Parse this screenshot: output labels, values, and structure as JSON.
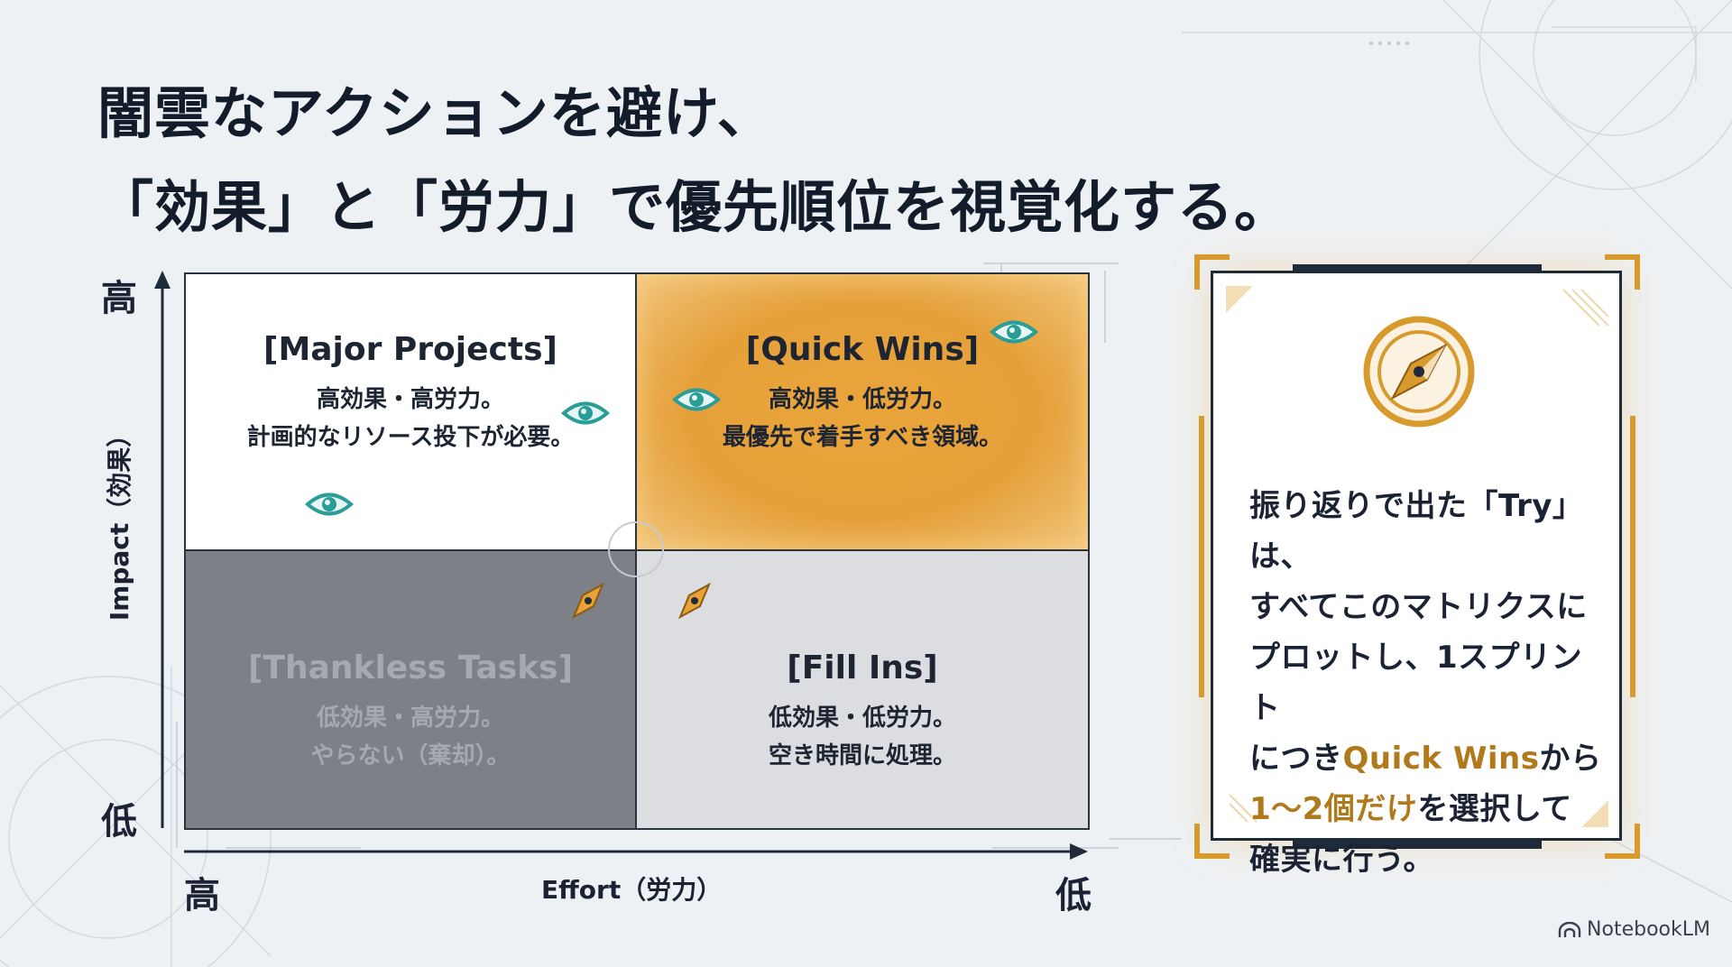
{
  "title": {
    "line1": "闇雲なアクションを避け、",
    "line2": "「効果」と「労力」で優先順位を視覚化する。"
  },
  "axes": {
    "y_title": "Impact（効果）",
    "y_high": "高",
    "y_low": "低",
    "x_title": "Effort（労力）",
    "x_high": "高",
    "x_low": "低"
  },
  "quadrants": {
    "major": {
      "title": "[Major Projects]",
      "line1": "高効果・高労力。",
      "line2": "計画的なリソース投下が必要。"
    },
    "quick": {
      "title": "[Quick Wins]",
      "line1": "高効果・低労力。",
      "line2": "最優先で着手すべき領域。"
    },
    "thankless": {
      "title": "[Thankless Tasks]",
      "line1": "低効果・高労力。",
      "line2": "やらない（棄却）。"
    },
    "fill": {
      "title": "[Fill Ins]",
      "line1": "低効果・低労力。",
      "line2": "空き時間に処理。"
    }
  },
  "panel": {
    "icon": "compass-icon",
    "text_a": "振り返りで出た「Try」は、\nすべてこのマトリクスに\nプロットし、1スプリント\nにつき",
    "text_hl1": "Quick Wins",
    "text_b": "から\n",
    "text_hl2": "1〜2個だけ",
    "text_c": "を選択して\n確実に行う。"
  },
  "brand": {
    "name": "NotebookLM"
  },
  "colors": {
    "quick_wins": "#e6a03a",
    "thankless": "#7d8087",
    "fill_ins": "#dcdde0",
    "accent_gold": "#d89a2c",
    "eye_teal": "#2a9d96",
    "navy": "#1f2a3a"
  }
}
